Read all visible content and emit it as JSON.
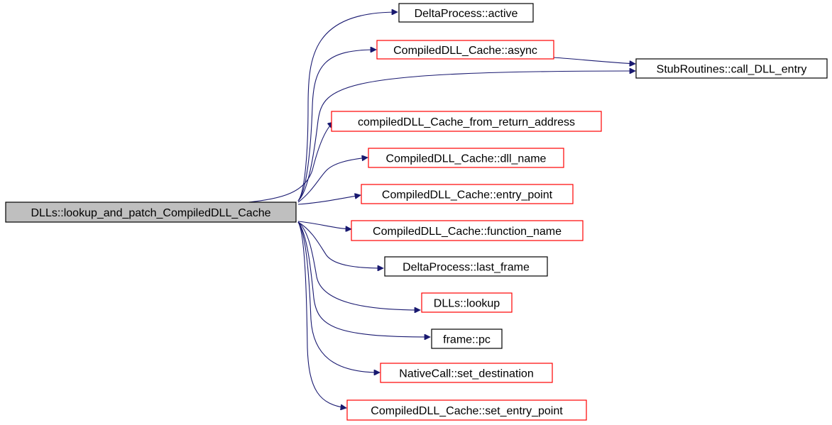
{
  "graph": {
    "type": "call-graph",
    "colors": {
      "edge": "#191970",
      "root_fill": "#bfbfbf",
      "root_border": "#000000",
      "documented_border": "#000000",
      "undocumented_border": "#ff0000",
      "node_fill": "#ffffff"
    },
    "root": {
      "id": "root",
      "label": "DLLs::lookup_and_patch_CompiledDLL_Cache"
    },
    "nodes": [
      {
        "id": "delta-active",
        "label": "DeltaProcess::active",
        "border": "black"
      },
      {
        "id": "cache-async",
        "label": "CompiledDLL_Cache::async",
        "border": "red"
      },
      {
        "id": "stub-call-dll-entry",
        "label": "StubRoutines::call_DLL_entry",
        "border": "black"
      },
      {
        "id": "cache-from-return-address",
        "label": "compiledDLL_Cache_from_return_address",
        "border": "red"
      },
      {
        "id": "cache-dll-name",
        "label": "CompiledDLL_Cache::dll_name",
        "border": "red"
      },
      {
        "id": "cache-entry-point",
        "label": "CompiledDLL_Cache::entry_point",
        "border": "red"
      },
      {
        "id": "cache-function-name",
        "label": "CompiledDLL_Cache::function_name",
        "border": "red"
      },
      {
        "id": "delta-last-frame",
        "label": "DeltaProcess::last_frame",
        "border": "black"
      },
      {
        "id": "dlls-lookup",
        "label": "DLLs::lookup",
        "border": "red"
      },
      {
        "id": "frame-pc",
        "label": "frame::pc",
        "border": "black"
      },
      {
        "id": "nativecall-set-destination",
        "label": "NativeCall::set_destination",
        "border": "red"
      },
      {
        "id": "cache-set-entry-point",
        "label": "CompiledDLL_Cache::set_entry_point",
        "border": "red"
      }
    ],
    "edges": [
      {
        "from": "root",
        "to": "delta-active"
      },
      {
        "from": "root",
        "to": "cache-async"
      },
      {
        "from": "root",
        "to": "stub-call-dll-entry"
      },
      {
        "from": "root",
        "to": "cache-from-return-address"
      },
      {
        "from": "root",
        "to": "cache-dll-name"
      },
      {
        "from": "root",
        "to": "cache-entry-point"
      },
      {
        "from": "root",
        "to": "cache-function-name"
      },
      {
        "from": "root",
        "to": "delta-last-frame"
      },
      {
        "from": "root",
        "to": "dlls-lookup"
      },
      {
        "from": "root",
        "to": "frame-pc"
      },
      {
        "from": "root",
        "to": "nativecall-set-destination"
      },
      {
        "from": "root",
        "to": "cache-set-entry-point"
      },
      {
        "from": "cache-async",
        "to": "stub-call-dll-entry"
      }
    ]
  }
}
